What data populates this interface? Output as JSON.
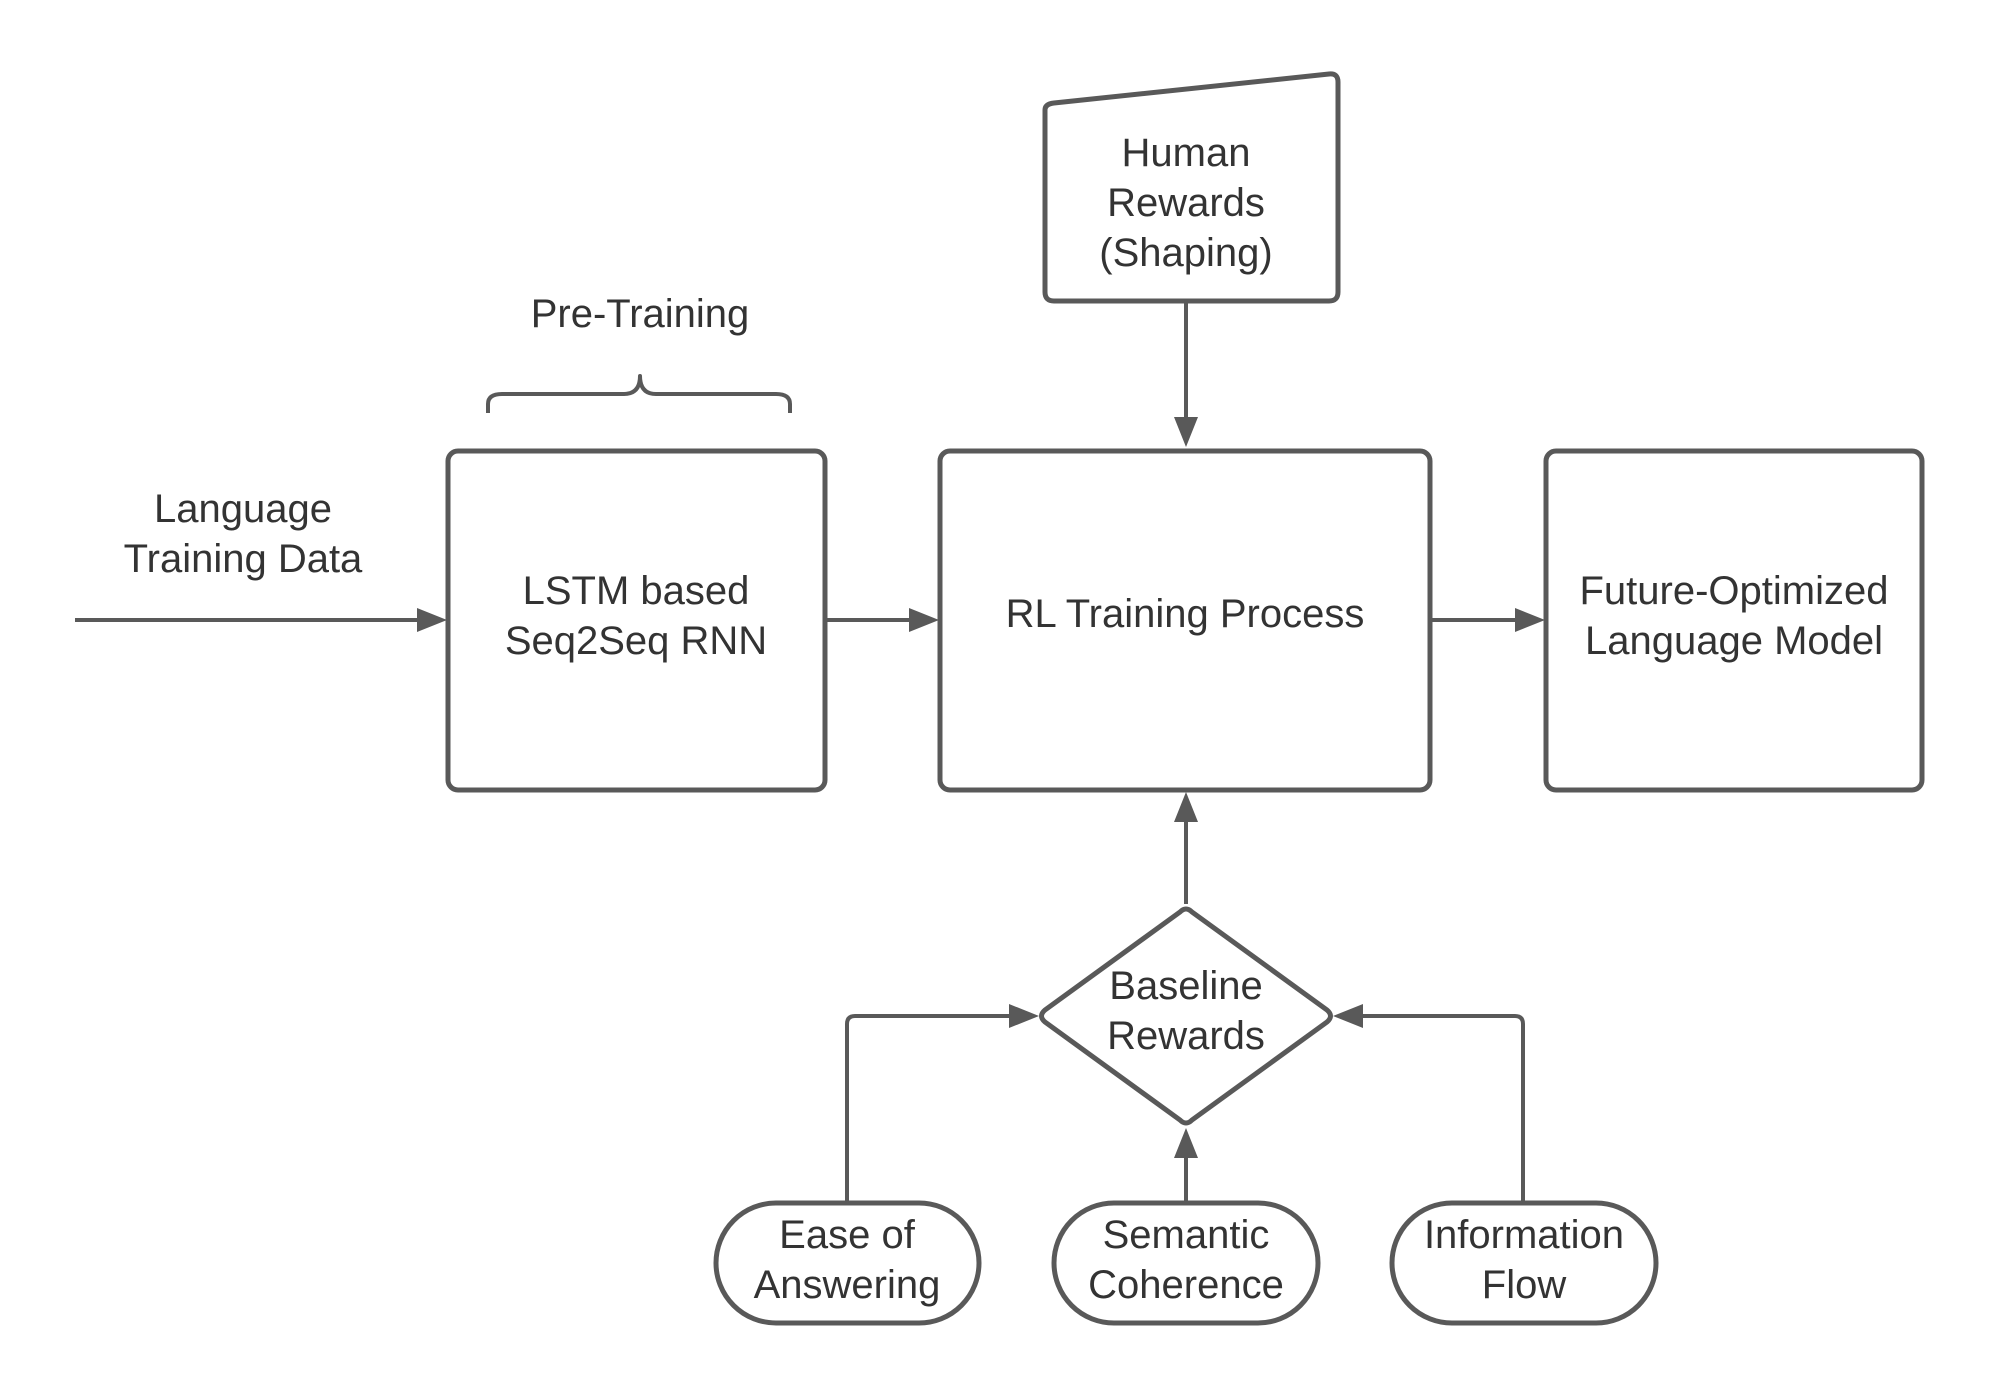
{
  "nodes": {
    "language_training_data": {
      "line1": "Language",
      "line2": "Training Data"
    },
    "pre_training": {
      "label": "Pre-Training"
    },
    "lstm_seq2seq": {
      "line1": "LSTM based",
      "line2": "Seq2Seq RNN"
    },
    "rl_training": {
      "label": "RL Training Process"
    },
    "future_optimized": {
      "line1": "Future-Optimized",
      "line2": "Language Model"
    },
    "human_rewards": {
      "line1": "Human",
      "line2": "Rewards",
      "line3": "(Shaping)"
    },
    "baseline_rewards": {
      "line1": "Baseline",
      "line2": "Rewards"
    },
    "ease_of_answering": {
      "line1": "Ease of",
      "line2": "Answering"
    },
    "semantic_coherence": {
      "line1": "Semantic",
      "line2": "Coherence"
    },
    "information_flow": {
      "line1": "Information",
      "line2": "Flow"
    }
  },
  "colors": {
    "stroke": "#595959",
    "text": "#333333",
    "background": "#ffffff"
  }
}
